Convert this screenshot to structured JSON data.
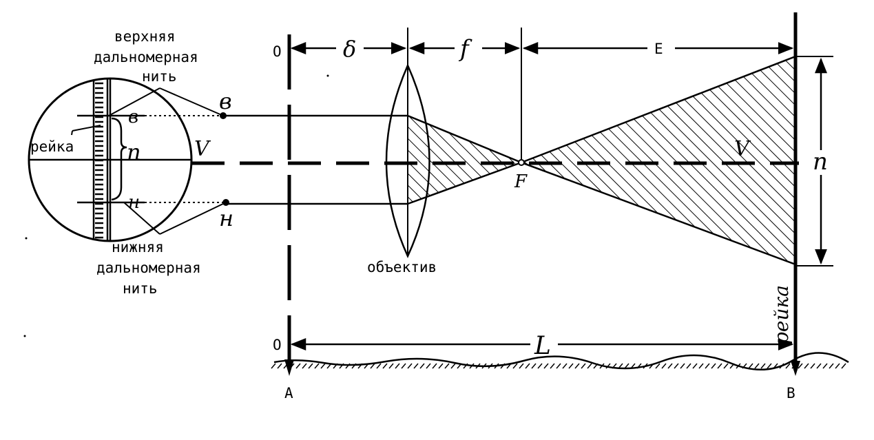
{
  "labels": {
    "upper_thread": [
      "верхняя",
      "дальномерная",
      "нить"
    ],
    "lower_thread": [
      "нижняя",
      "дальномерная",
      "нить"
    ],
    "staff_small": "рейка",
    "staff_big": "рейка",
    "objective": "объектив",
    "v_small": "в",
    "v_big": "в",
    "n_small": "н",
    "n_big": "н",
    "n_center": "n",
    "n_right": "n",
    "V_left": "V",
    "V_right": "V",
    "O_top": "O",
    "O_bottom": "O",
    "delta": "δ",
    "f": "f",
    "E": "E",
    "F": "F",
    "L": "L",
    "A": "A",
    "B": "B"
  }
}
